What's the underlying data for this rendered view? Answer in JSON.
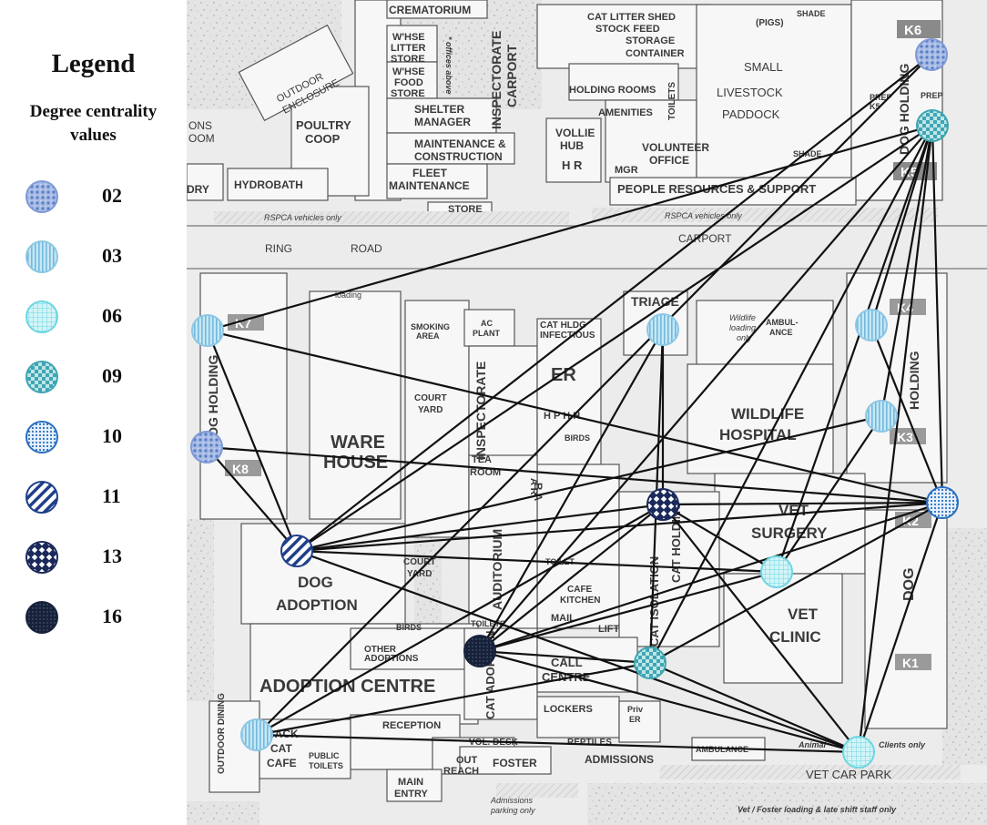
{
  "legend": {
    "title": "Legend",
    "subtitle_line1": "Degree centrality",
    "subtitle_line2": "values",
    "items": [
      {
        "value": "02",
        "pattern": "dots-grid",
        "fill": "#a9bde6",
        "ink": "#5a7cc4",
        "stroke": "#7f9ad6"
      },
      {
        "value": "03",
        "pattern": "vstripes",
        "fill": "#c6e8f5",
        "ink": "#74b8dc",
        "stroke": "#8cc7e4"
      },
      {
        "value": "06",
        "pattern": "grid",
        "fill": "#d3f4f7",
        "ink": "#6dd6e2",
        "stroke": "#6dd6e2"
      },
      {
        "value": "09",
        "pattern": "checker",
        "fill": "#bfe5e8",
        "ink": "#3fa6b2",
        "stroke": "#3fa6b2"
      },
      {
        "value": "10",
        "pattern": "dense-dots",
        "fill": "#d6eaf8",
        "ink": "#2a6fc0",
        "stroke": "#2a6fc0"
      },
      {
        "value": "11",
        "pattern": "diag",
        "fill": "#ffffff",
        "ink": "#1f3f8a",
        "stroke": "#1f3f8a"
      },
      {
        "value": "13",
        "pattern": "diamonds",
        "fill": "#ffffff",
        "ink": "#1b2a5a",
        "stroke": "#1b2a5a"
      },
      {
        "value": "16",
        "pattern": "dark-dots",
        "fill": "#17223a",
        "ink": "#5c6a85",
        "stroke": "#17223a"
      }
    ]
  },
  "map_labels": {
    "crematorium": "CREMATORIUM",
    "whse_litter_1": "W'HSE",
    "whse_litter_2": "LITTER",
    "whse_litter_3": "STORE",
    "whse_food_1": "W'HSE",
    "whse_food_2": "FOOD",
    "whse_food_3": "STORE",
    "offices_above": "* offices above",
    "inspectorate_carport_1": "INSPECTORATE",
    "inspectorate_carport_2": "CARPORT",
    "cat_litter_shed": "CAT LITTER SHED",
    "stock_feed": "STOCK FEED",
    "storage": "STORAGE",
    "container": "CONTAINER",
    "pigs": "(PIGS)",
    "shade_top": "SHADE",
    "small": "SMALL",
    "livestock": "LIVESTOCK",
    "paddock": "PADDOCK",
    "outdoor_enclosure_1": "OUTDOOR",
    "outdoor_enclosure_2": "ENCLOSURE",
    "ons": "ONS",
    "oom": "OOM",
    "poultry": "POULTRY",
    "coop": "COOP",
    "shelter": "SHELTER",
    "manager": "MANAGER",
    "maintenance": "MAINTENANCE &",
    "construction": "CONSTRUCTION",
    "fleet": "FLEET",
    "fleet_maint": "MAINTENANCE",
    "holding_rooms": "HOLDING ROOMS",
    "amenities": "AMENITIES",
    "toilets": "TOILETS",
    "vollie": "VOLLIE",
    "hub": "HUB",
    "hr": "H R",
    "mgr": "MGR",
    "volunteer": "VOLUNTEER",
    "office": "OFFICE",
    "prep_k5": "PREP",
    "prep_k5b": "K5",
    "prep": "PREP",
    "shade_mid": "SHADE",
    "dory": "DRY",
    "hydrobath": "HYDROBATH",
    "store": "STORE",
    "people_resources": "PEOPLE RESOURCES & SUPPORT",
    "rspca_vehicles": "RSPCA vehicles only",
    "rspca_vehicles_2": "RSPCA vehicles only",
    "ring": "RING",
    "road": "ROAD",
    "carport": "CARPORT",
    "loading": "loading",
    "smoking_1": "SMOKING",
    "smoking_2": "AREA",
    "ac_1": "AC",
    "ac_2": "PLANT",
    "cat_hldg_1": "CAT HLDG",
    "cat_hldg_2": "INFECTIOUS",
    "triage": "TRIAGE",
    "wildlife_loading_1": "Wildlife",
    "wildlife_loading_2": "loading",
    "wildlife_loading_3": "only",
    "ambulance_1": "AMBUL-",
    "ambulance_2": "ANCE",
    "k4": "K4",
    "k7": "K7",
    "k8": "K8",
    "k6": "K6",
    "k5": "K5",
    "k3": "K3",
    "k2": "K2",
    "k1": "K1",
    "dog_holding_left": "DOG HOLDING",
    "dog_holding_top": "DOG HOLDING",
    "holding_right": "HOLDING",
    "ware": "WARE",
    "house": "HOUSE",
    "court_yard_1": "COURT",
    "court_yard_2": "YARD",
    "inspectorate": "INSPECTORATE",
    "er": "ER",
    "hp": "H P H H",
    "birds": "BIRDS",
    "tea": "TEA",
    "room": "ROOM",
    "wildlife": "WILDLIFE",
    "hospital": "HOSPITAL",
    "vet_surgery_1": "VET",
    "vet_surgery_2": "SURGERY",
    "auditorium": "AUDITORIUM",
    "ba": "B A",
    "ar": "A R",
    "toilet": "TOILET",
    "cafe_kitchen_1": "CAFE",
    "cafe_kitchen_2": "KITCHEN",
    "cat_holding": "CAT HOLDING",
    "dog_adoption_1": "DOG",
    "dog_adoption_2": "ADOPTION",
    "court_yard2_1": "COURT",
    "court_yard2_2": "YARD",
    "mail": "MAIL",
    "lift": "LIFT",
    "vet_clinic_1": "VET",
    "vet_clinic_2": "CLINIC",
    "dog_right": "DOG",
    "birds2": "BIRDS",
    "other_adoptions_1": "OTHER",
    "other_adoptions_2": "ADOPTIONS",
    "toilets2": "TOILETS",
    "adoption_centre": "ADOPTION CENTRE",
    "cat_adoption": "CAT ADOPTION",
    "call_centre_1": "CALL",
    "call_centre_2": "CENTRE",
    "cat_isolation": "CAT ISOLATION",
    "lockers": "LOCKERS",
    "priv_er_1": "Priv",
    "priv_er_2": "ER",
    "outdoor_dining": "OUTDOOR DINING",
    "back": "BACK",
    "cat_cafe_1": "CAT",
    "cat_cafe_2": "CAFE",
    "public_toilets_1": "PUBLIC",
    "public_toilets_2": "TOILETS",
    "reception": "RECEPTION",
    "vol_desk": "VOL. DESK",
    "reptiles": "REPTILES",
    "out_reach_1": "OUT",
    "out_reach_2": "REACH",
    "foster": "FOSTER",
    "admissions": "ADMISSIONS",
    "main_entry_1": "MAIN",
    "main_entry_2": "ENTRY",
    "admissions_parking_1": "Admissions",
    "admissions_parking_2": "parking only",
    "ambulance_bottom": "AMBULANCE",
    "animal_clients": "Animal",
    "clients_only": "Clients  only",
    "vet_car_park": "VET   CAR  PARK",
    "vet_foster_loading": "Vet / Foster loading & late shift staff only"
  },
  "nodes": [
    {
      "id": "k6",
      "degree": "02"
    },
    {
      "id": "k5",
      "degree": "09"
    },
    {
      "id": "k7",
      "degree": "03"
    },
    {
      "id": "k8",
      "degree": "02"
    },
    {
      "id": "triage",
      "degree": "03"
    },
    {
      "id": "k4",
      "degree": "03"
    },
    {
      "id": "k3",
      "degree": "03"
    },
    {
      "id": "k2",
      "degree": "10"
    },
    {
      "id": "dog_adoption",
      "degree": "11"
    },
    {
      "id": "cat_holding",
      "degree": "13"
    },
    {
      "id": "vet_surgery",
      "degree": "06"
    },
    {
      "id": "cat_adoption",
      "degree": "16"
    },
    {
      "id": "cat_isolation",
      "degree": "09"
    },
    {
      "id": "cat_cafe",
      "degree": "03"
    },
    {
      "id": "vet_car_park",
      "degree": "06"
    }
  ],
  "edges": [
    [
      "k6",
      "dog_adoption"
    ],
    [
      "k6",
      "cat_cafe"
    ],
    [
      "k5",
      "k7"
    ],
    [
      "k5",
      "dog_adoption"
    ],
    [
      "k5",
      "k4"
    ],
    [
      "k5",
      "k3"
    ],
    [
      "k5",
      "k2"
    ],
    [
      "k5",
      "vet_surgery"
    ],
    [
      "k5",
      "cat_adoption"
    ],
    [
      "k5",
      "vet_car_park"
    ],
    [
      "k5",
      "cat_isolation"
    ],
    [
      "k7",
      "dog_adoption"
    ],
    [
      "k7",
      "k2"
    ],
    [
      "k8",
      "dog_adoption"
    ],
    [
      "k8",
      "k2"
    ],
    [
      "triage",
      "cat_holding"
    ],
    [
      "triage",
      "cat_adoption"
    ],
    [
      "triage",
      "cat_isolation"
    ],
    [
      "k4",
      "k2"
    ],
    [
      "k3",
      "dog_adoption"
    ],
    [
      "k3",
      "vet_surgery"
    ],
    [
      "k2",
      "dog_adoption"
    ],
    [
      "k2",
      "cat_holding"
    ],
    [
      "k2",
      "cat_isolation"
    ],
    [
      "k2",
      "vet_car_park"
    ],
    [
      "k2",
      "cat_adoption"
    ],
    [
      "dog_adoption",
      "cat_holding"
    ],
    [
      "dog_adoption",
      "vet_surgery"
    ],
    [
      "dog_adoption",
      "vet_car_park"
    ],
    [
      "cat_holding",
      "vet_surgery"
    ],
    [
      "cat_holding",
      "vet_car_park"
    ],
    [
      "cat_holding",
      "cat_adoption"
    ],
    [
      "cat_holding",
      "cat_cafe"
    ],
    [
      "vet_surgery",
      "cat_adoption"
    ],
    [
      "cat_adoption",
      "cat_isolation"
    ],
    [
      "cat_adoption",
      "vet_car_park"
    ],
    [
      "cat_isolation",
      "cat_cafe"
    ],
    [
      "cat_isolation",
      "vet_car_park"
    ],
    [
      "cat_cafe",
      "vet_car_park"
    ]
  ]
}
